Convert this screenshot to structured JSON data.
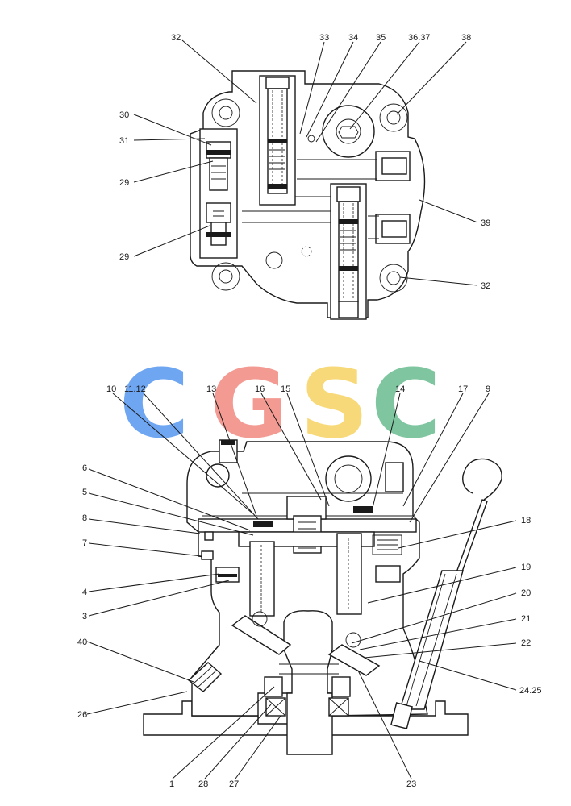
{
  "watermark": {
    "letters": [
      "C",
      "G",
      "S",
      "C"
    ],
    "colors": [
      "#6fa6f2",
      "#f39b93",
      "#f7d979",
      "#7fc6a0"
    ]
  },
  "callouts": {
    "c32a": "32",
    "c33": "33",
    "c34": "34",
    "c35": "35",
    "c3637": "36.37",
    "c38": "38",
    "c30": "30",
    "c31": "31",
    "c29a": "29",
    "c29b": "29",
    "c39": "39",
    "c32b": "32",
    "c10": "10",
    "c1112": "11.12",
    "c13": "13",
    "c16": "16",
    "c15": "15",
    "c14": "14",
    "c17": "17",
    "c9": "9",
    "c6": "6",
    "c5": "5",
    "c8": "8",
    "c7": "7",
    "c18": "18",
    "c4": "4",
    "c3": "3",
    "c19": "19",
    "c20": "20",
    "c21": "21",
    "c22": "22",
    "c40": "40",
    "c2425": "24.25",
    "c26": "26",
    "c1": "1",
    "c28": "28",
    "c27": "27",
    "c23": "23"
  }
}
